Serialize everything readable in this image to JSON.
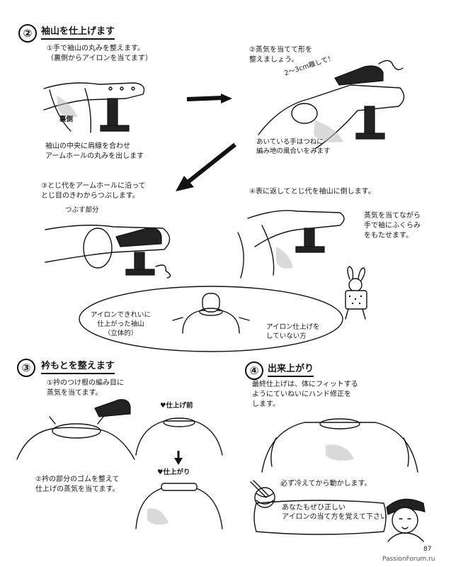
{
  "section2": {
    "number": "②",
    "title": "袖山を仕上げます",
    "step1": "①手で袖山の丸みを整えます。\n（裏側からアイロンを当てます）",
    "inside_label": "裏側",
    "shoulder_note": "袖山の中央に肩線を合わせ\nアームホールの丸みを出します",
    "step2": "②蒸気を当てて形を\n整えましょう。",
    "distance_note": "2〜3cm離して！",
    "hand_note": "あいている手はつねに\n編み地の風合いをみます",
    "step3": "③とじ代をアームホールに沿って\nとじ目のきわからつぶします。",
    "crush_label": "つぶす部分",
    "step4": "④表に返してとじ代を袖山に倒します。",
    "steam_note": "蒸気を当てながら\n手で袖にふくらみ\nをもたせます。",
    "good_label": "アイロンできれいに\n仕上がった袖山\n（立体的）",
    "bad_label": "アイロン仕上げを\nしていない方"
  },
  "section3": {
    "number": "③",
    "title": "衿もとを整えます",
    "step1": "①衿のつけ根の編み目に\n蒸気を当てます。",
    "before_label": "♥仕上げ前",
    "step2": "②衿の部分のゴムを整えて\n仕上げの蒸気を当てます。",
    "after_label": "♥仕上がり"
  },
  "section4": {
    "number": "④",
    "title": "出来上がり",
    "text": "最終仕上げは、体にフィットする\nようにていねいにハンド修正を\nします。",
    "cool_note": "必ず冷えてから動かします。",
    "speech": "あなたもぜひ正しい\nアイロンの当て方を覚えて下さい"
  },
  "page_number": "87",
  "footer": "PassionForum.ru"
}
